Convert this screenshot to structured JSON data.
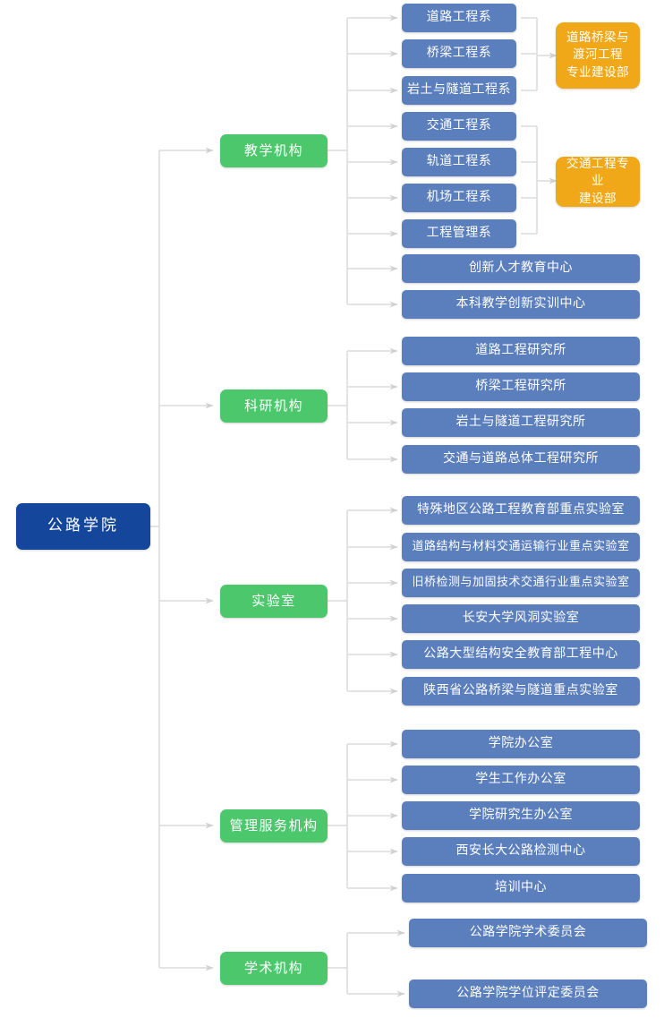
{
  "diagram": {
    "title": "公路学院组织机构图",
    "colors": {
      "root": "#14479B",
      "category": "#4CC76C",
      "leaf": "#5B7FBD",
      "tag": "#F0A818",
      "connector": "#D8D8D8",
      "background": "#FFFFFF"
    }
  },
  "root": {
    "label": "公路学院"
  },
  "categories": [
    {
      "label": "教学机构"
    },
    {
      "label": "科研机构"
    },
    {
      "label": "实验室"
    },
    {
      "label": "管理服务机构"
    },
    {
      "label": "学术机构"
    }
  ],
  "teaching": {
    "category": "教学机构",
    "departments_group_1": [
      {
        "label": "道路工程系"
      },
      {
        "label": "桥梁工程系"
      },
      {
        "label": "岩土与隧道工程系"
      }
    ],
    "departments_group_2": [
      {
        "label": "交通工程系"
      },
      {
        "label": "轨道工程系"
      },
      {
        "label": "机场工程系"
      },
      {
        "label": "工程管理系"
      }
    ],
    "centers": [
      {
        "label": "创新人才教育中心"
      },
      {
        "label": "本科教学创新实训中心"
      }
    ],
    "tags": [
      {
        "lines": [
          "道路桥梁与",
          "渡河工程",
          "专业建设部"
        ]
      },
      {
        "lines": [
          "交通工程专业",
          "建设部"
        ]
      }
    ]
  },
  "research": {
    "category": "科研机构",
    "items": [
      {
        "label": "道路工程研究所"
      },
      {
        "label": "桥梁工程研究所"
      },
      {
        "label": "岩土与隧道工程研究所"
      },
      {
        "label": "交通与道路总体工程研究所"
      }
    ]
  },
  "labs": {
    "category": "实验室",
    "items": [
      {
        "label": "特殊地区公路工程教育部重点实验室"
      },
      {
        "label": "道路结构与材料交通运输行业重点实验室"
      },
      {
        "label": "旧桥检测与加固技术交通行业重点实验室"
      },
      {
        "label": "长安大学风洞实验室"
      },
      {
        "label": "公路大型结构安全教育部工程中心"
      },
      {
        "label": "陕西省公路桥梁与隧道重点实验室"
      }
    ]
  },
  "management": {
    "category": "管理服务机构",
    "items": [
      {
        "label": "学院办公室"
      },
      {
        "label": "学生工作办公室"
      },
      {
        "label": "学院研究生办公室"
      },
      {
        "label": "西安长大公路检测中心"
      },
      {
        "label": "培训中心"
      }
    ]
  },
  "academic": {
    "category": "学术机构",
    "items": [
      {
        "label": "公路学院学术委员会"
      },
      {
        "label": "公路学院学位评定委员会"
      }
    ]
  }
}
